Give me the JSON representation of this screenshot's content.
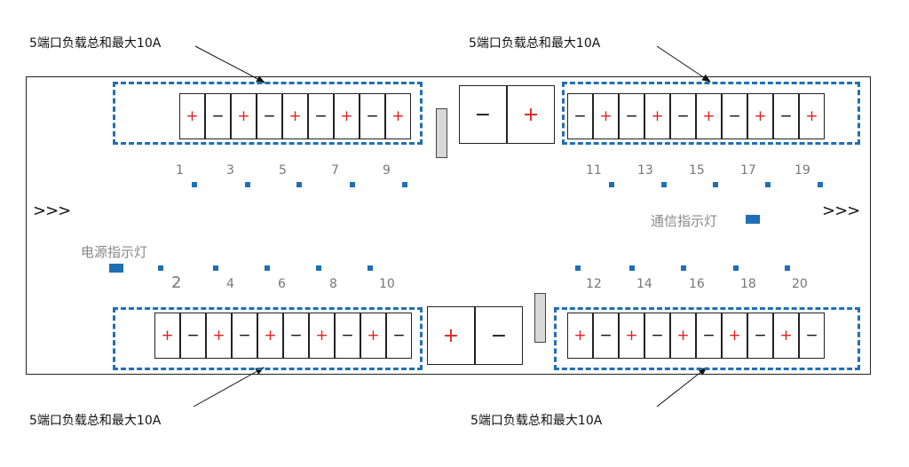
{
  "callouts": {
    "top_left": "5端口负载总和最大10A",
    "top_right": "5端口负载总和最大10A",
    "bottom_left": "5端口负载总和最大10A",
    "bottom_right": "5端口负载总和最大10A"
  },
  "labels": {
    "power_indicator": "电源指示灯",
    "comm_indicator": "通信指示灯",
    "flow_left": ">>>",
    "flow_right": ">>>"
  },
  "port_numbers": {
    "top": [
      "1",
      "3",
      "5",
      "7",
      "9",
      "11",
      "13",
      "15",
      "17",
      "19"
    ],
    "bottom": [
      "2",
      "4",
      "6",
      "8",
      "10",
      "12",
      "14",
      "16",
      "18",
      "20"
    ]
  },
  "terminals": {
    "top_left": [
      "+",
      "−",
      "+",
      "−",
      "+",
      "−",
      "+",
      "−",
      "+"
    ],
    "top_center": [
      "−",
      "+"
    ],
    "top_right": [
      "−",
      "+",
      "−",
      "+",
      "−",
      "+",
      "−",
      "+",
      "−",
      "+"
    ],
    "bottom_left": [
      "+",
      "−",
      "+",
      "−",
      "+",
      "−",
      "+",
      "−",
      "+",
      "−"
    ],
    "bottom_center": [
      "+",
      "−"
    ],
    "bottom_right": [
      "+",
      "−",
      "+",
      "−",
      "+",
      "−",
      "+",
      "−",
      "+",
      "−"
    ]
  },
  "colors": {
    "group_border": "#1f6fb5",
    "led": "#1f6fb5",
    "plus": "#e02020",
    "minus": "#111111",
    "label_gray": "#888888"
  }
}
